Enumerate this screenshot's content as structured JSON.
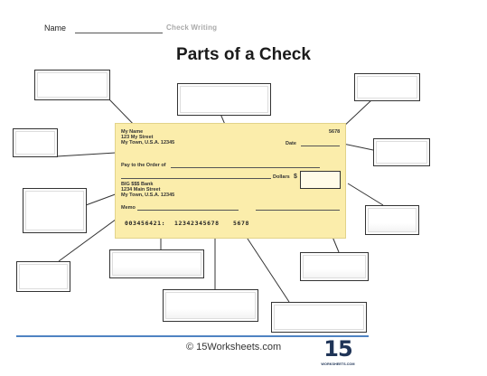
{
  "header": {
    "name_label": "Name",
    "subject": "Check Writing"
  },
  "title": "Parts of a Check",
  "check": {
    "payer_name": "My Name",
    "payer_street": "123 My Street",
    "payer_city": "My Town, U.S.A. 12345",
    "check_number": "5678",
    "date_label": "Date",
    "pay_to_label": "Pay to the Order of",
    "dollar_sign": "$",
    "dollars_label": "Dollars",
    "bank_name": "BIG $$$ Bank",
    "bank_street": "1234 Main Street",
    "bank_city": "My Town, U.S.A. 12345",
    "memo_label": "Memo",
    "routing_number": "003456421:",
    "account_number": "12342345678",
    "micr_check_number": "5678"
  },
  "footer": {
    "copyright": "© 15Worksheets.com",
    "logo_number": "15",
    "logo_text": "WORKSHEETS.COM"
  },
  "colors": {
    "check_background": "#fbedab",
    "footer_rule": "#4f83c2",
    "logo": "#1f3457"
  }
}
